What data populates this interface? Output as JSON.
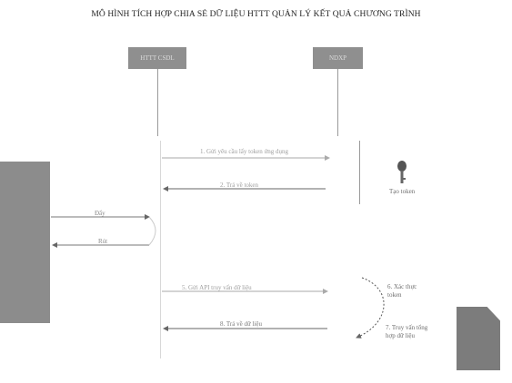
{
  "title": "MÔ HÌNH TÍCH HỢP CHIA SẺ DỮ LIỆU HTTT QUẢN LÝ KẾT QUẢ CHƯƠNG TRÌNH",
  "participants": {
    "left_system": "HTTT CSDL",
    "right_system": "NDXP"
  },
  "left_panel_text": "",
  "messages": {
    "m1": "1. Gửi yêu cầu lấy token ứng dụng",
    "m2": "2. Trả về token",
    "m3": "5. Gửi API truy vấn dữ liệu",
    "m4": "8. Trả về dữ liệu",
    "side_right": "Đẩy",
    "side_left": "Rút"
  },
  "notes": {
    "tao_token": "Tạo token",
    "xac_thuc": "6. Xác thực\ntoken",
    "truy_van": "7. Truy vấn tổng\nhợp dữ liệu"
  },
  "doc_text": "",
  "icons": {
    "key": "key-icon",
    "document": "document-icon"
  }
}
